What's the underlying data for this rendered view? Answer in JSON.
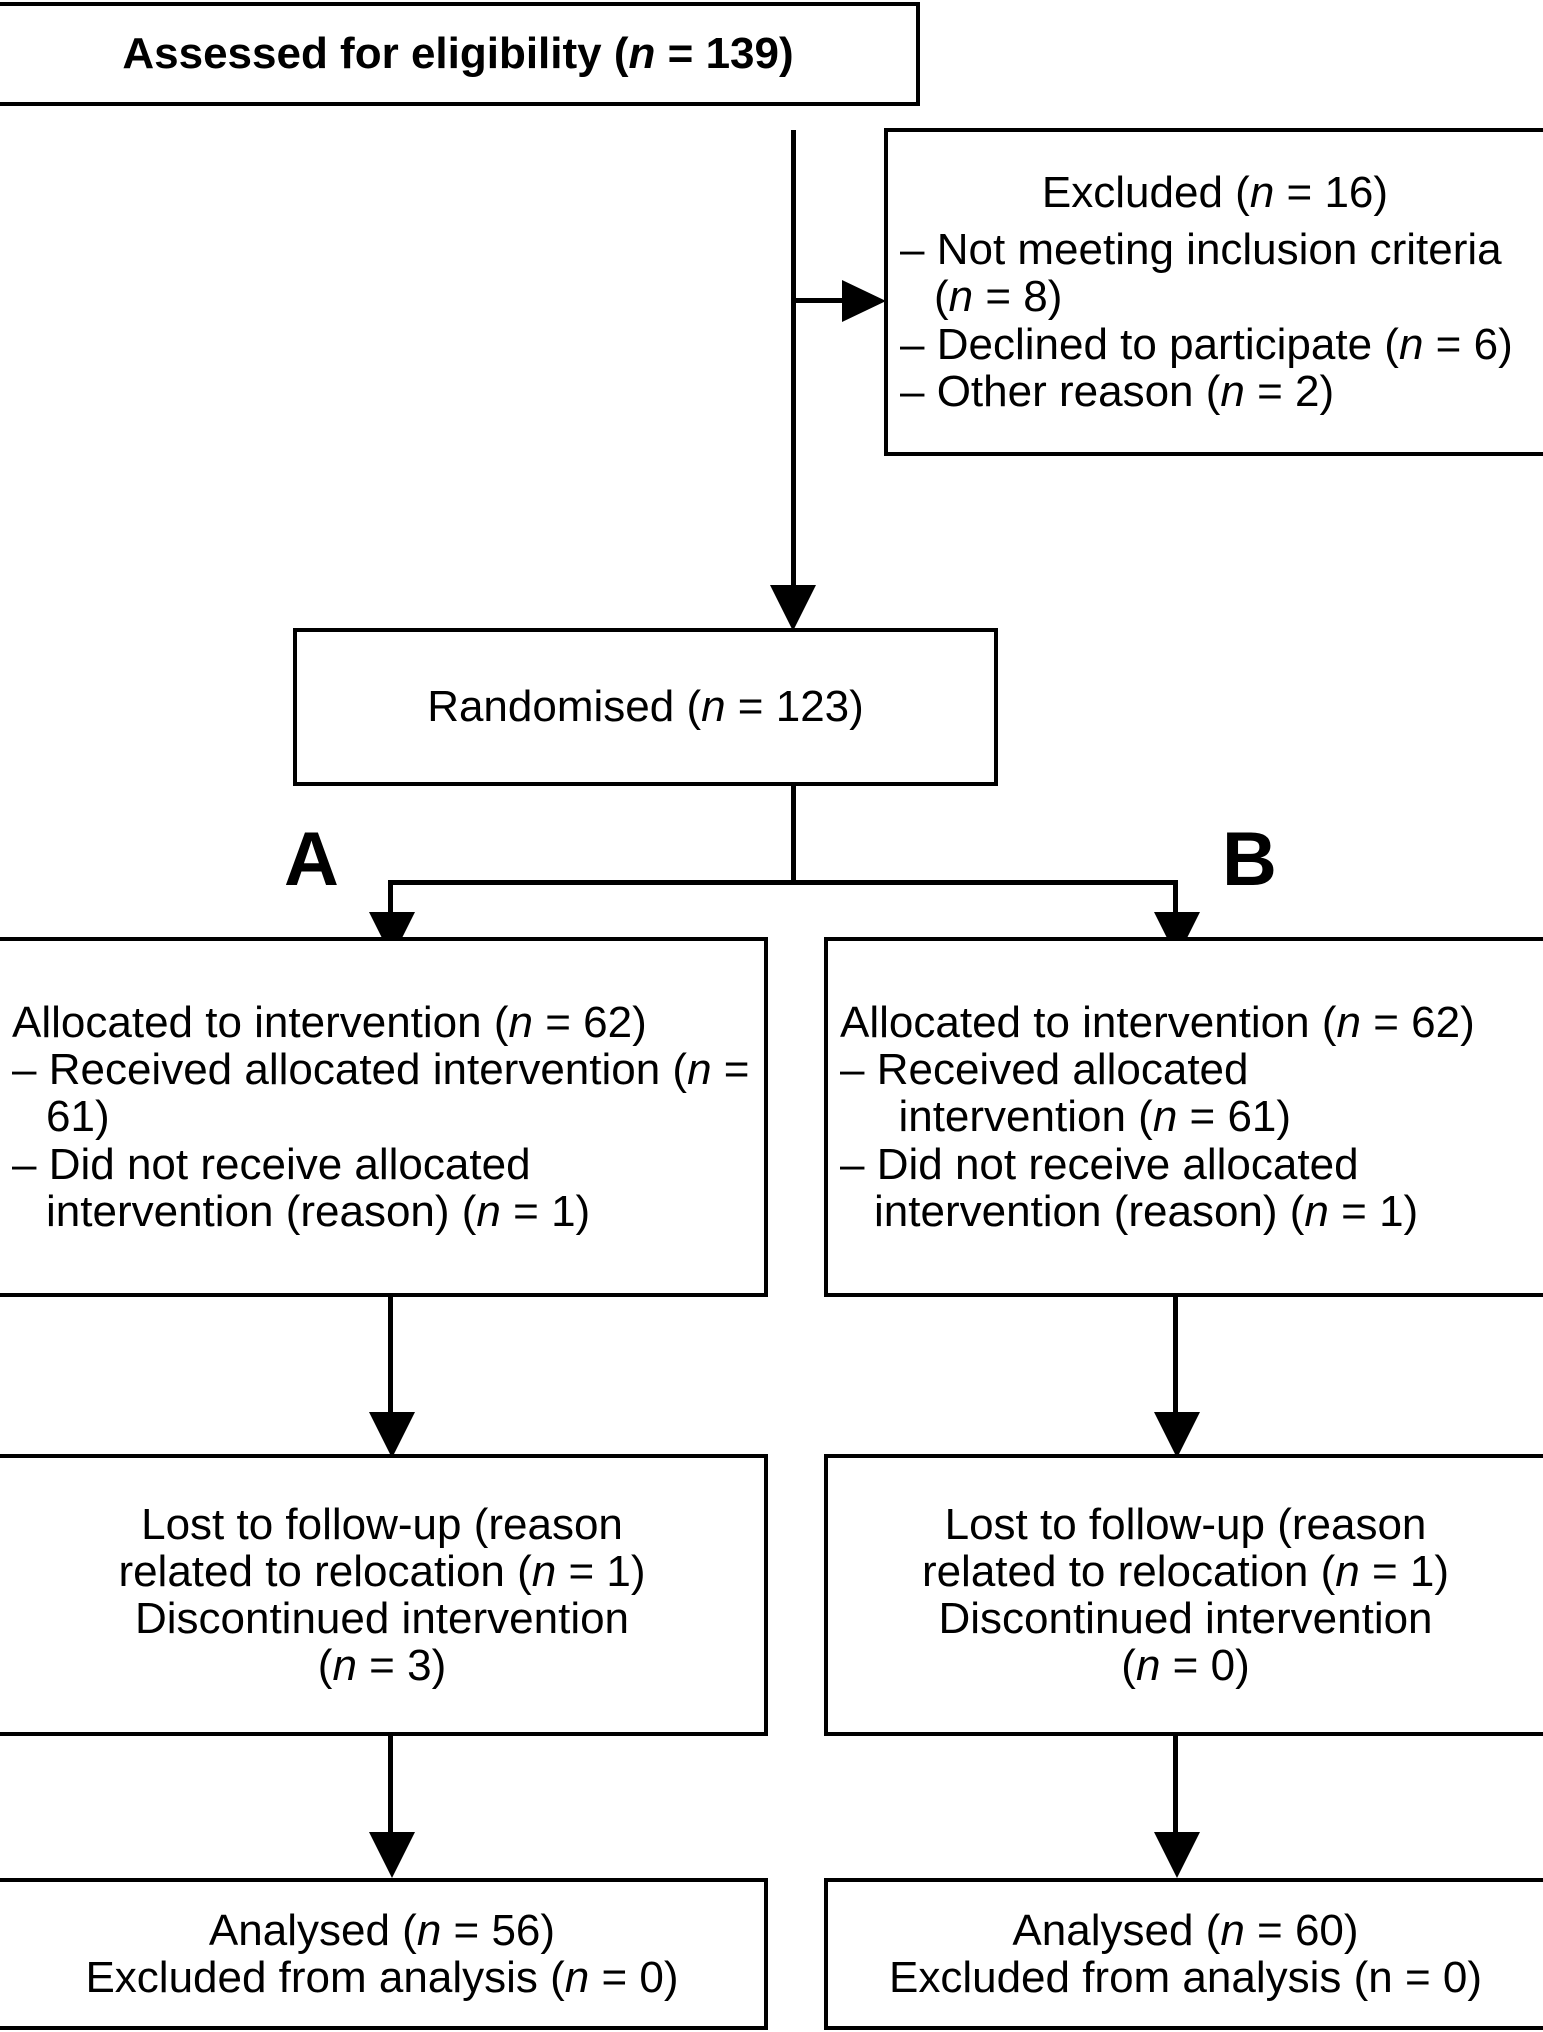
{
  "diagram": {
    "title": "CONSORT participant flow diagram",
    "type": "flowchart",
    "stroke_color": "#000000",
    "background_color": "#ffffff"
  },
  "enrollment": {
    "assessed": {
      "text": "Assessed for eligibility (n = 139)",
      "label": "Assessed for eligibility",
      "n": 139,
      "bold": true
    },
    "excluded": {
      "heading": "Excluded (n = 16)",
      "heading_label": "Excluded",
      "n": 16,
      "reasons": [
        {
          "dash": "–",
          "text": "Not meeting inclusion criteria (n = 8)",
          "label": "Not meeting inclusion criteria",
          "n": 8
        },
        {
          "dash": "–",
          "text": "Declined to participate (n = 6)",
          "label": "Declined to participate",
          "n": 6
        },
        {
          "dash": "–",
          "text": "Other reason (n = 2)",
          "label": "Other reason",
          "n": 2
        }
      ]
    }
  },
  "randomisation": {
    "text": "Randomised (n = 123)",
    "label": "Randomised",
    "n": 123,
    "branch_labels": {
      "left": "A",
      "right": "B"
    }
  },
  "arms": {
    "left": {
      "arm_label": "A",
      "allocation": {
        "heading": "Allocated to intervention (n = 62)",
        "heading_label": "Allocated to intervention",
        "n": 62,
        "items": [
          {
            "dash": "–",
            "text": "Received allocated intervention (n = 61)",
            "label": "Received allocated intervention",
            "n": 61
          },
          {
            "dash": "–",
            "text": "Did not receive allocated intervention (reason) (n = 1)",
            "label": "Did not receive allocated intervention (reason)",
            "n": 1
          }
        ]
      },
      "followup": {
        "lines": [
          "Lost to follow-up (reason",
          "related to relocation (n = 1)",
          "Discontinued intervention",
          "(n = 3)"
        ],
        "lost_label": "Lost to follow-up (reason related to relocation",
        "lost_n": 1,
        "discontinued_label": "Discontinued intervention",
        "discontinued_n": 3
      },
      "analysis": {
        "lines": [
          "Analysed (n = 56)",
          "Excluded from analysis (n = 0)"
        ],
        "analysed_label": "Analysed",
        "analysed_n": 56,
        "excluded_label": "Excluded from analysis",
        "excluded_n": 0
      }
    },
    "right": {
      "arm_label": "B",
      "allocation": {
        "heading": "Allocated to intervention (n = 62)",
        "heading_label": "Allocated to intervention",
        "n": 62,
        "items": [
          {
            "dash": "–",
            "text": "Received allocated intervention (n = 61)",
            "label": "Received allocated intervention",
            "n": 61
          },
          {
            "dash": "–",
            "text": "Did not receive allocated intervention (reason) (n = 1)",
            "label": "Did not receive allocated intervention (reason)",
            "n": 1
          }
        ]
      },
      "followup": {
        "lines": [
          "Lost to follow-up (reason",
          "related to relocation (n = 1)",
          "Discontinued intervention",
          "(n = 0)"
        ],
        "lost_label": "Lost to follow-up (reason related to relocation",
        "lost_n": 1,
        "discontinued_label": "Discontinued intervention",
        "discontinued_n": 0
      },
      "analysis": {
        "lines": [
          "Analysed (n = 60)",
          "Excluded from analysis (n = 0)"
        ],
        "analysed_label": "Analysed",
        "analysed_n": 60,
        "excluded_label": "Excluded from analysis",
        "excluded_n": 0
      }
    }
  }
}
